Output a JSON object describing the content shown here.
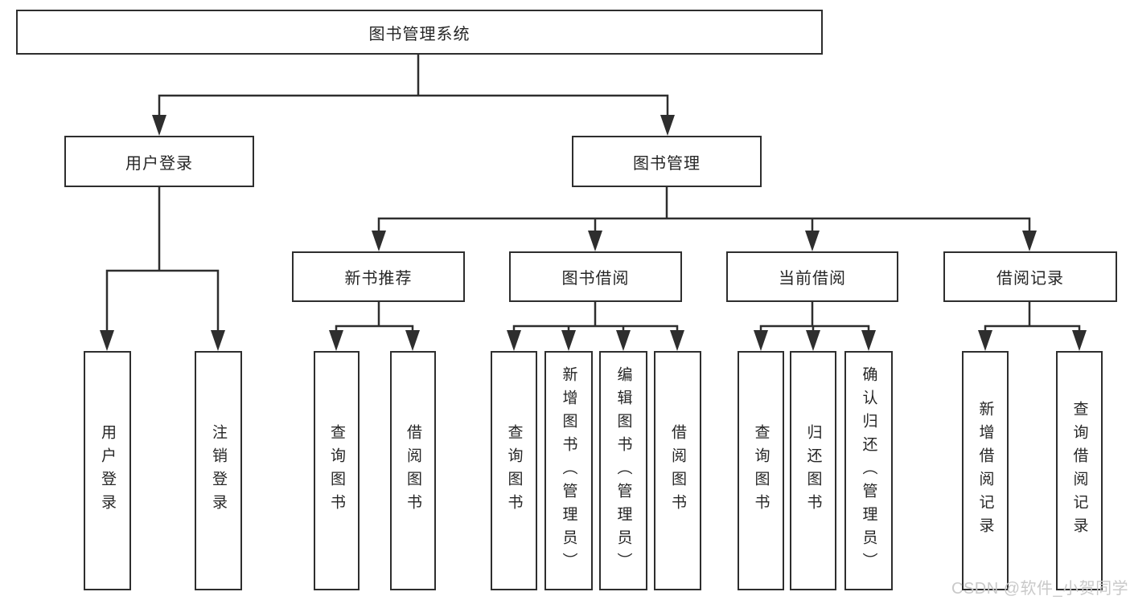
{
  "tree": {
    "label": "图书管理系统",
    "children": [
      {
        "label": "用户登录",
        "children": [
          {
            "label": "用户登录"
          },
          {
            "label": "注销登录"
          }
        ]
      },
      {
        "label": "图书管理",
        "children": [
          {
            "label": "新书推荐",
            "children": [
              {
                "label": "查询图书"
              },
              {
                "label": "借阅图书"
              }
            ]
          },
          {
            "label": "图书借阅",
            "children": [
              {
                "label": "查询图书"
              },
              {
                "label": "新增图书（管理员）"
              },
              {
                "label": "编辑图书（管理员）"
              },
              {
                "label": "借阅图书"
              }
            ]
          },
          {
            "label": "当前借阅",
            "children": [
              {
                "label": "查询图书"
              },
              {
                "label": "归还图书"
              },
              {
                "label": "确认归还（管理员）"
              }
            ]
          },
          {
            "label": "借阅记录",
            "children": [
              {
                "label": "新增借阅记录"
              },
              {
                "label": "查询借阅记录"
              }
            ]
          }
        ]
      }
    ]
  },
  "watermark": {
    "text": "CSDN @软件_小贺同学"
  },
  "colors": {
    "line": "#2e2e2e",
    "border": "#2e2e2e",
    "text": "#262626",
    "background": "#ffffff",
    "watermark": "#c9c9c9"
  }
}
